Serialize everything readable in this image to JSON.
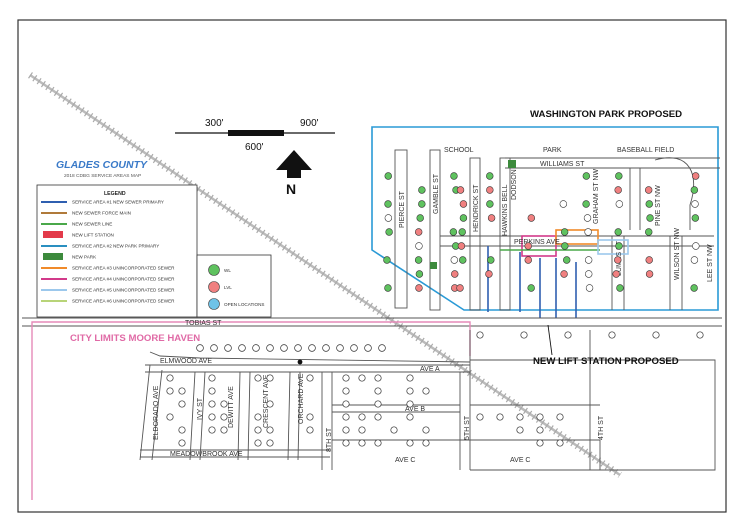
{
  "map": {
    "title": "GLADES COUNTY",
    "subtitle": "2018 CDBG SERVICE AREAS MAP",
    "scale": {
      "left": "300'",
      "middle": "600'",
      "right": "900'"
    },
    "north_label": "N",
    "callouts": {
      "washington_park": "WASHINGTON PARK PROPOSED",
      "new_lift_station": "NEW LIFT STATION PROPOSED",
      "city_limits": "CITY LIMITS MOORE HAVEN"
    },
    "streets": {
      "tobias": "TOBIAS ST",
      "school": "SCHOOL",
      "park": "PARK",
      "baseball_field": "BASEBALL FIELD",
      "williams": "WILLIAMS ST",
      "perkins": "PERKINS AVE",
      "pierce": "PIERCE ST",
      "gamble": "GAMBLE ST",
      "hendrick": "HENDRICK ST",
      "hawkins": "HAWKINS BELL",
      "dodson": "DODSON",
      "graham": "GRAHAM ST NW",
      "lumas": "LUMAS ST",
      "pine": "PINE ST NW",
      "wilson": "WILSON ST NW",
      "lee": "LEE ST NW",
      "elmwood": "ELMWOOD AVE",
      "ave_a": "AVE A",
      "ave_b": "AVE B",
      "ave_c": "AVE C",
      "ave_c2": "AVE C",
      "meadowbrook": "MEADOWBROOK AVE",
      "eldorado": "ELDORADO AVE",
      "ivy": "IVY ST",
      "dewitt": "DEWITT AVE",
      "crescent": "CRESCENT AVE",
      "orchard": "ORCHARD AVE",
      "eighth": "8TH ST",
      "fifth": "5TH ST",
      "fourth": "4TH ST"
    }
  },
  "legend": {
    "title": "LEGEND",
    "items": [
      {
        "label": "SERVICE AREA #1 NEW SEWER PRIMARY",
        "color": "#2f5fb0",
        "kind": "line"
      },
      {
        "label": "NEW SEWER FORCE MAIN",
        "color": "#b07a3a",
        "kind": "line"
      },
      {
        "label": "NEW SEWER LINE",
        "color": "#4aa84a",
        "kind": "line"
      },
      {
        "label": "NEW LIFT STATION",
        "color": "#e33a4a",
        "kind": "box"
      },
      {
        "label": "SERVICE AREA #2 NEW PARK PRIMARY",
        "color": "#2a8fc0",
        "kind": "line"
      },
      {
        "label": "NEW PARK",
        "color": "#3c8a3c",
        "kind": "box"
      },
      {
        "label": "SERVICE AREA #3 UNINCORPORATED SEWER",
        "color": "#f08a2a",
        "kind": "line"
      },
      {
        "label": "SERVICE AREA #4 UNINCORPORATED SEWER",
        "color": "#d23a8a",
        "kind": "line"
      },
      {
        "label": "SERVICE AREA #5 UNINCORPORATED SEWER",
        "color": "#9cc8ec",
        "kind": "line"
      },
      {
        "label": "SERVICE AREA #6 UNINCORPORATED SEWER",
        "color": "#b8d478",
        "kind": "line"
      }
    ],
    "markers": [
      {
        "label": "WL",
        "color": "#5fc25f"
      },
      {
        "label": "LVL",
        "color": "#f08080"
      },
      {
        "label": "OPEN LOCATIONS",
        "color": "#6fc3e8"
      }
    ]
  }
}
